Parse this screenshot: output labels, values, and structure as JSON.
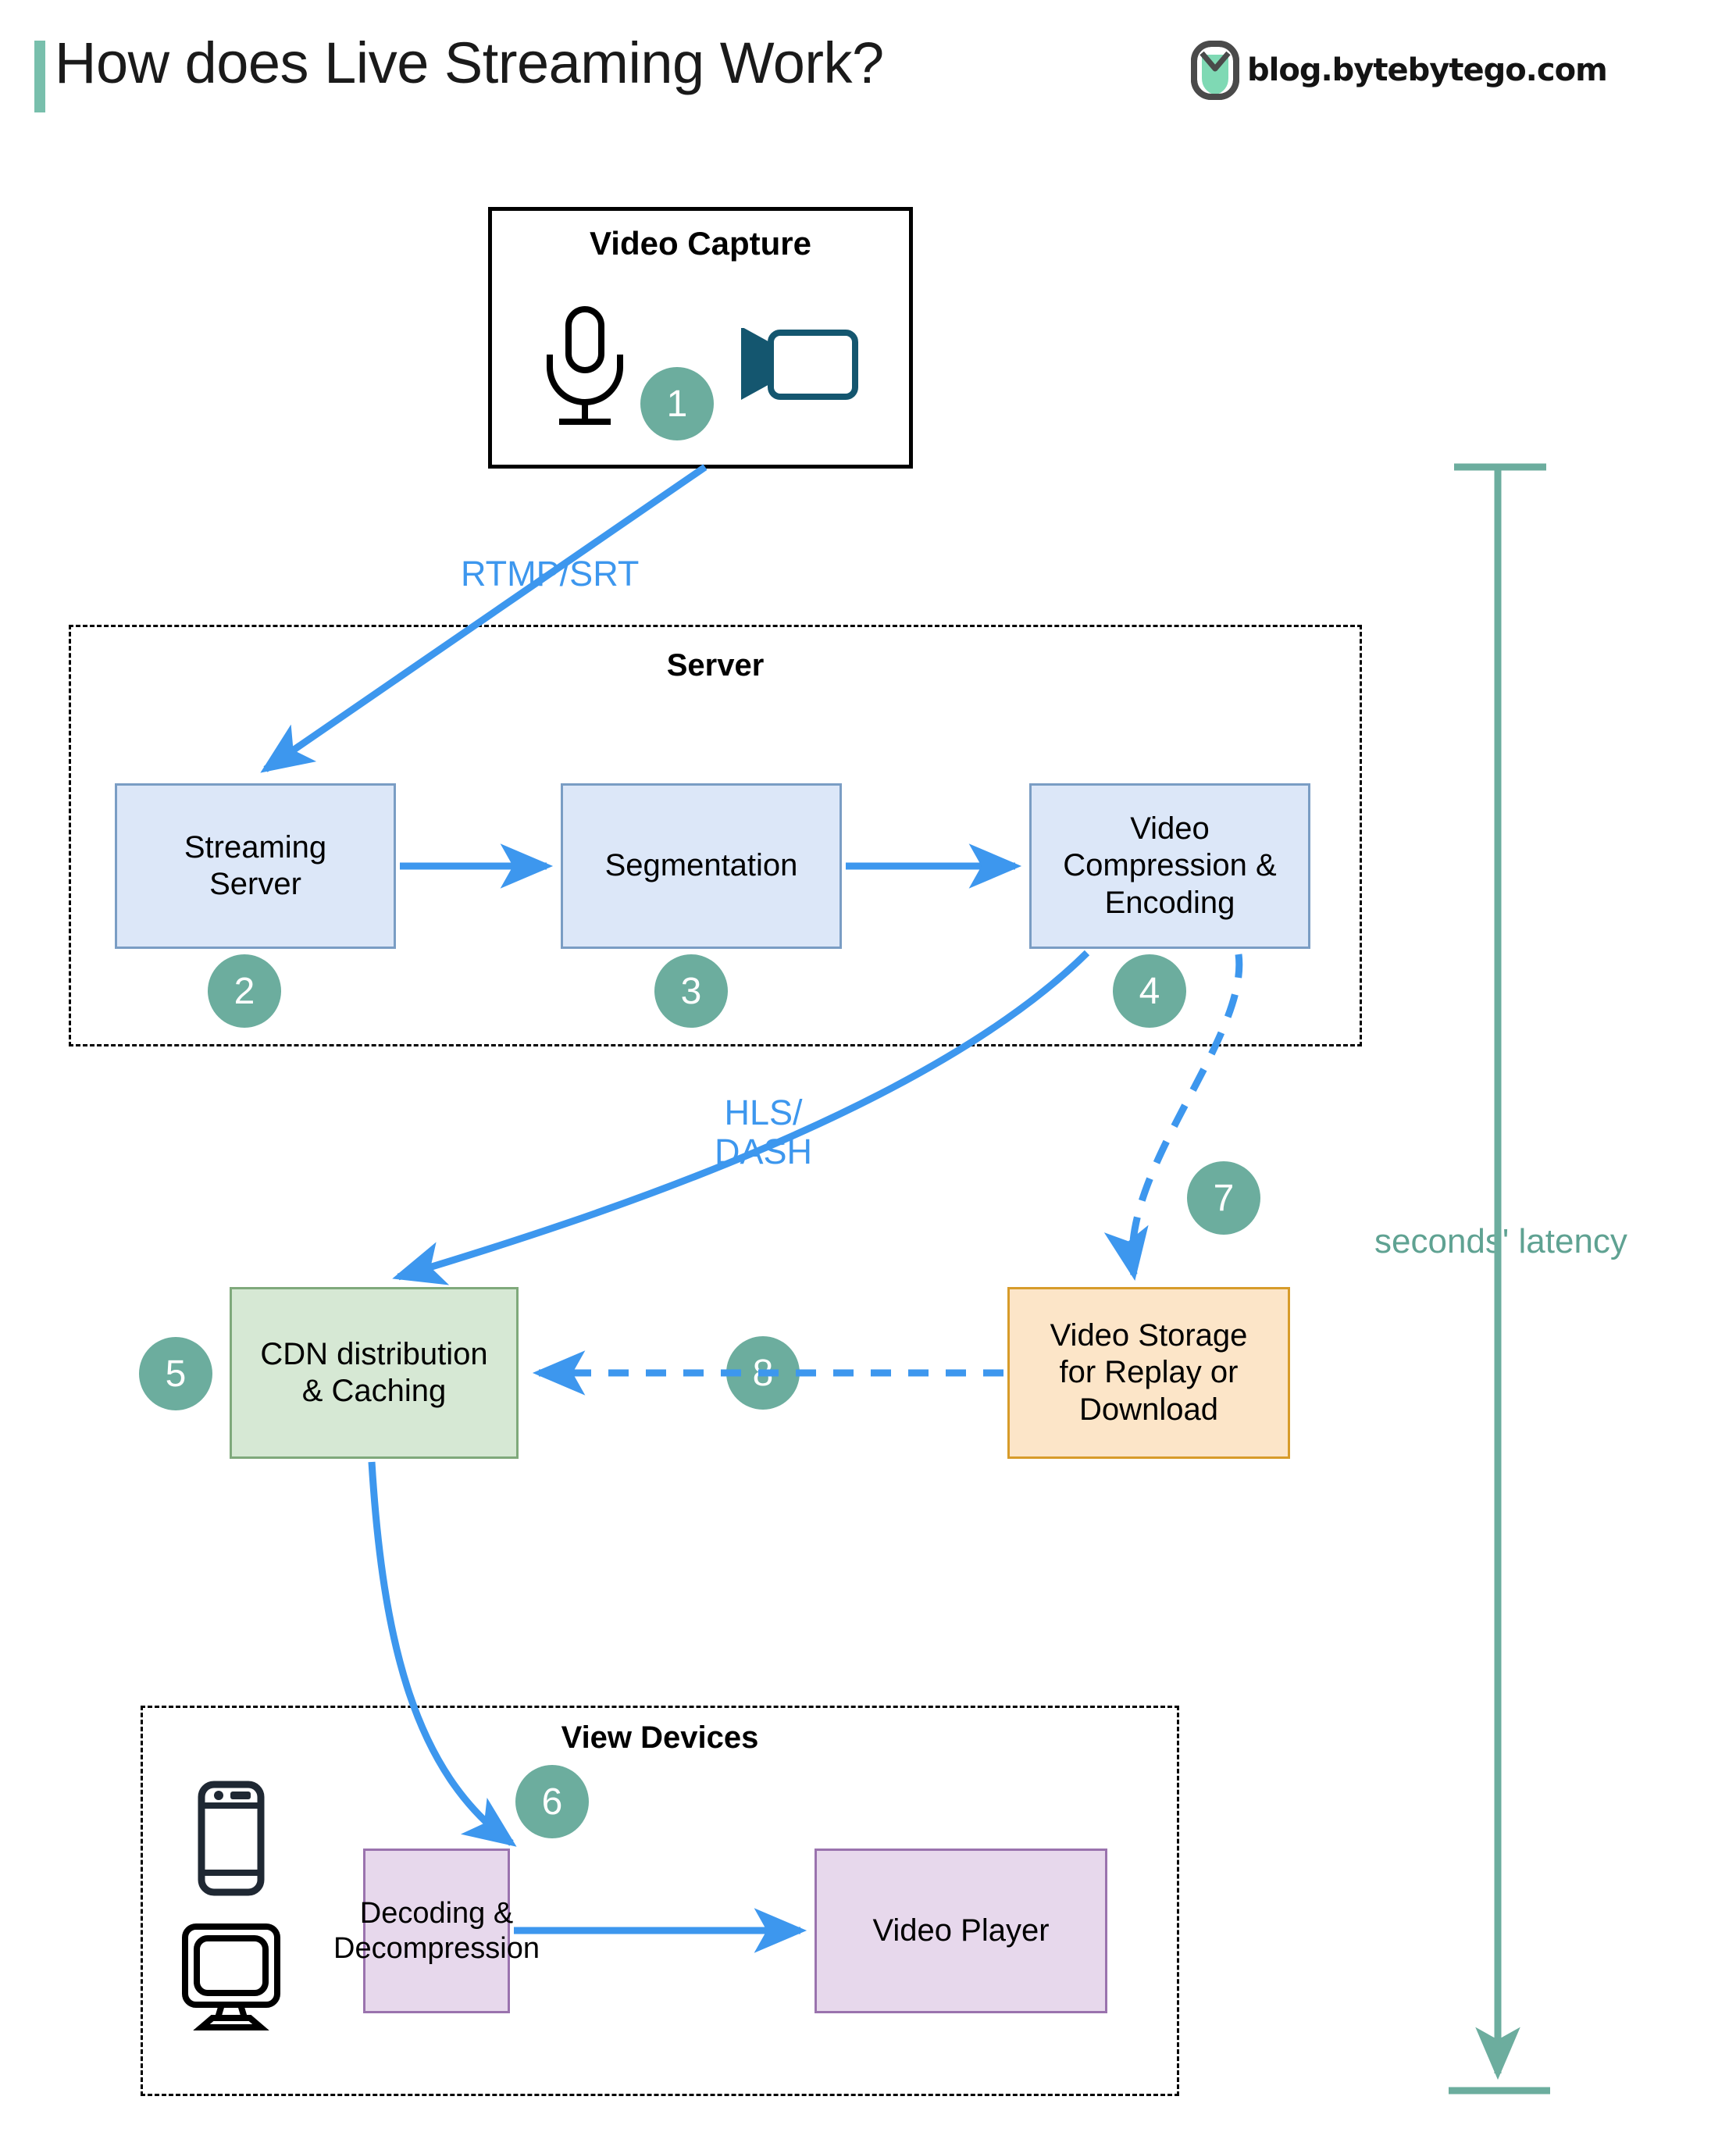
{
  "header": {
    "title": "How does Live Streaming Work?",
    "brand_text": "blog.bytebytego.com",
    "accent_color": "#78BFAC"
  },
  "groups": {
    "capture": {
      "title": "Video Capture"
    },
    "server": {
      "title": "Server"
    },
    "view_devices": {
      "title": "View Devices"
    }
  },
  "nodes": {
    "streaming_server": {
      "label": "Streaming\nServer",
      "fill": "#DCE7F8",
      "stroke": "#7A9DC4"
    },
    "segmentation": {
      "label": "Segmentation",
      "fill": "#DCE7F8",
      "stroke": "#7A9DC4"
    },
    "compression": {
      "label": "Video\nCompression &\nEncoding",
      "fill": "#DCE7F8",
      "stroke": "#7A9DC4"
    },
    "cdn": {
      "label": "CDN distribution\n& Caching",
      "fill": "#D6E8D4",
      "stroke": "#7FA97B"
    },
    "storage": {
      "label": "Video Storage\nfor Replay or\nDownload",
      "fill": "#FCE5C8",
      "stroke": "#D79B2A"
    },
    "decoding": {
      "label": "Decoding &\nDecompression",
      "fill": "#E7D8EC",
      "stroke": "#9A73AE"
    },
    "player": {
      "label": "Video Player",
      "fill": "#E7D8EC",
      "stroke": "#9A73AE"
    }
  },
  "steps": [
    {
      "n": "1",
      "for": "video-capture"
    },
    {
      "n": "2",
      "for": "streaming-server"
    },
    {
      "n": "3",
      "for": "segmentation"
    },
    {
      "n": "4",
      "for": "compression"
    },
    {
      "n": "5",
      "for": "cdn"
    },
    {
      "n": "6",
      "for": "decoding"
    },
    {
      "n": "7",
      "for": "storage"
    },
    {
      "n": "8",
      "for": "storage-to-cdn"
    }
  ],
  "edge_labels": {
    "rtmp": "RTMP/SRT",
    "hls": "HLS/\nDASH"
  },
  "annotation": {
    "latency": "seconds' latency",
    "latency_color": "#5FA292"
  },
  "colors": {
    "arrow_blue": "#3D97EE",
    "step_teal": "#6CAD9E",
    "camera_teal": "#14566F"
  },
  "icons": {
    "microphone": "microphone-icon",
    "video-camera": "video-camera-icon",
    "smartphone": "smartphone-icon",
    "monitor": "monitor-icon",
    "brand-logo": "bytebytego-logo-icon"
  }
}
